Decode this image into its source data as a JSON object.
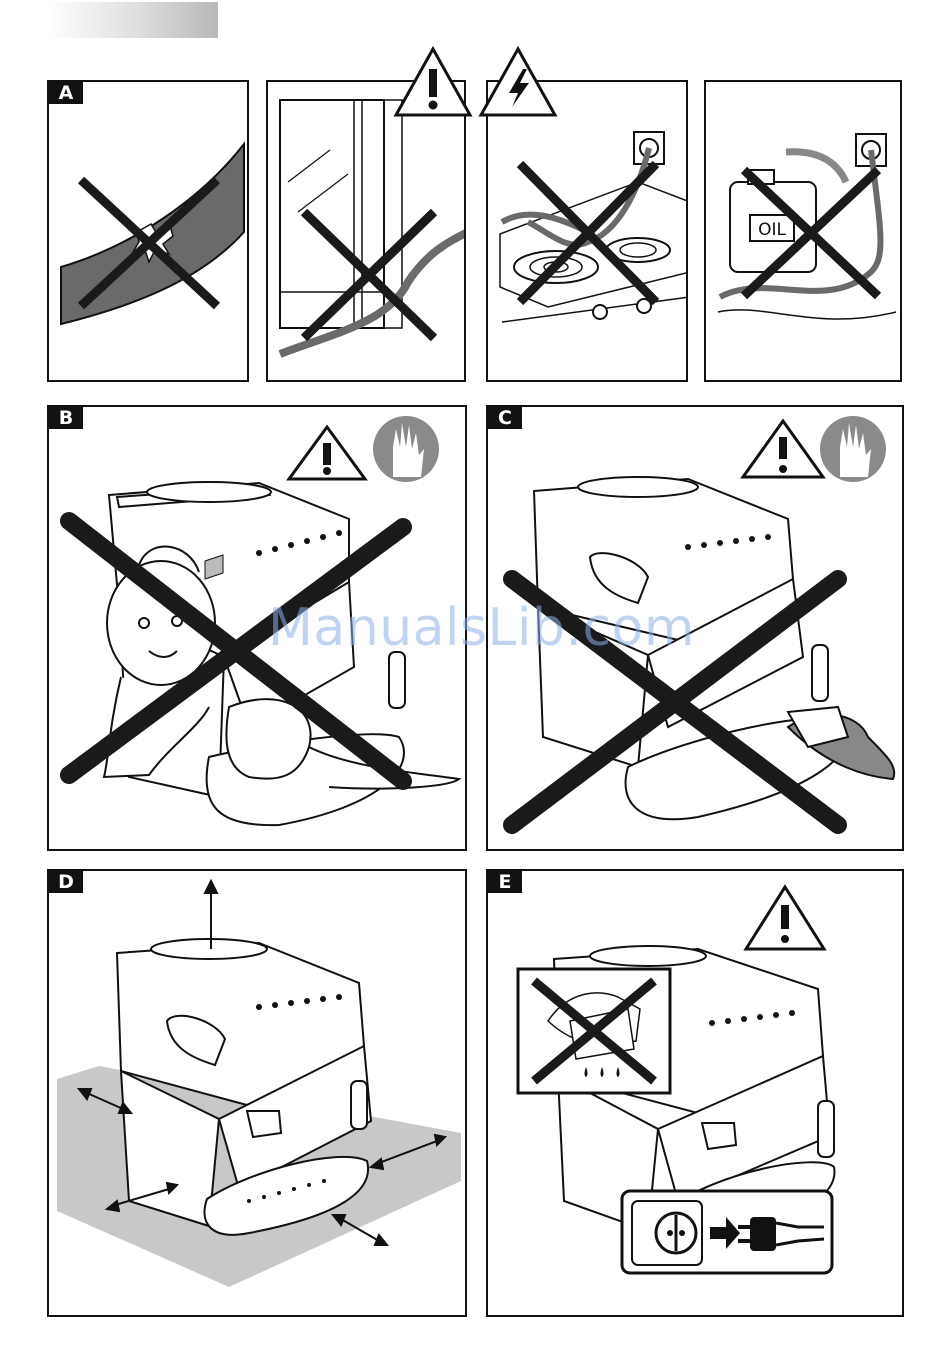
{
  "header": {
    "tab_color": "#cccccc"
  },
  "panels": {
    "a": {
      "label": "A",
      "oil_label": "OIL"
    },
    "b": {
      "label": "B"
    },
    "c": {
      "label": "C"
    },
    "d": {
      "label": "D"
    },
    "e": {
      "label": "E"
    }
  },
  "watermark": {
    "text": "ManualsLib.com"
  },
  "icons": [
    "warning-triangle-icon",
    "electric-hazard-icon",
    "stop-hand-icon",
    "prohibited-cross-icon",
    "plug-unplug-icon"
  ],
  "colors": {
    "ink": "#111111",
    "cross": "#1a1a1a",
    "floor_grey": "#c8c8c8",
    "hand_circle": "#8a8a8a",
    "watermark": "#9bb7ea"
  }
}
